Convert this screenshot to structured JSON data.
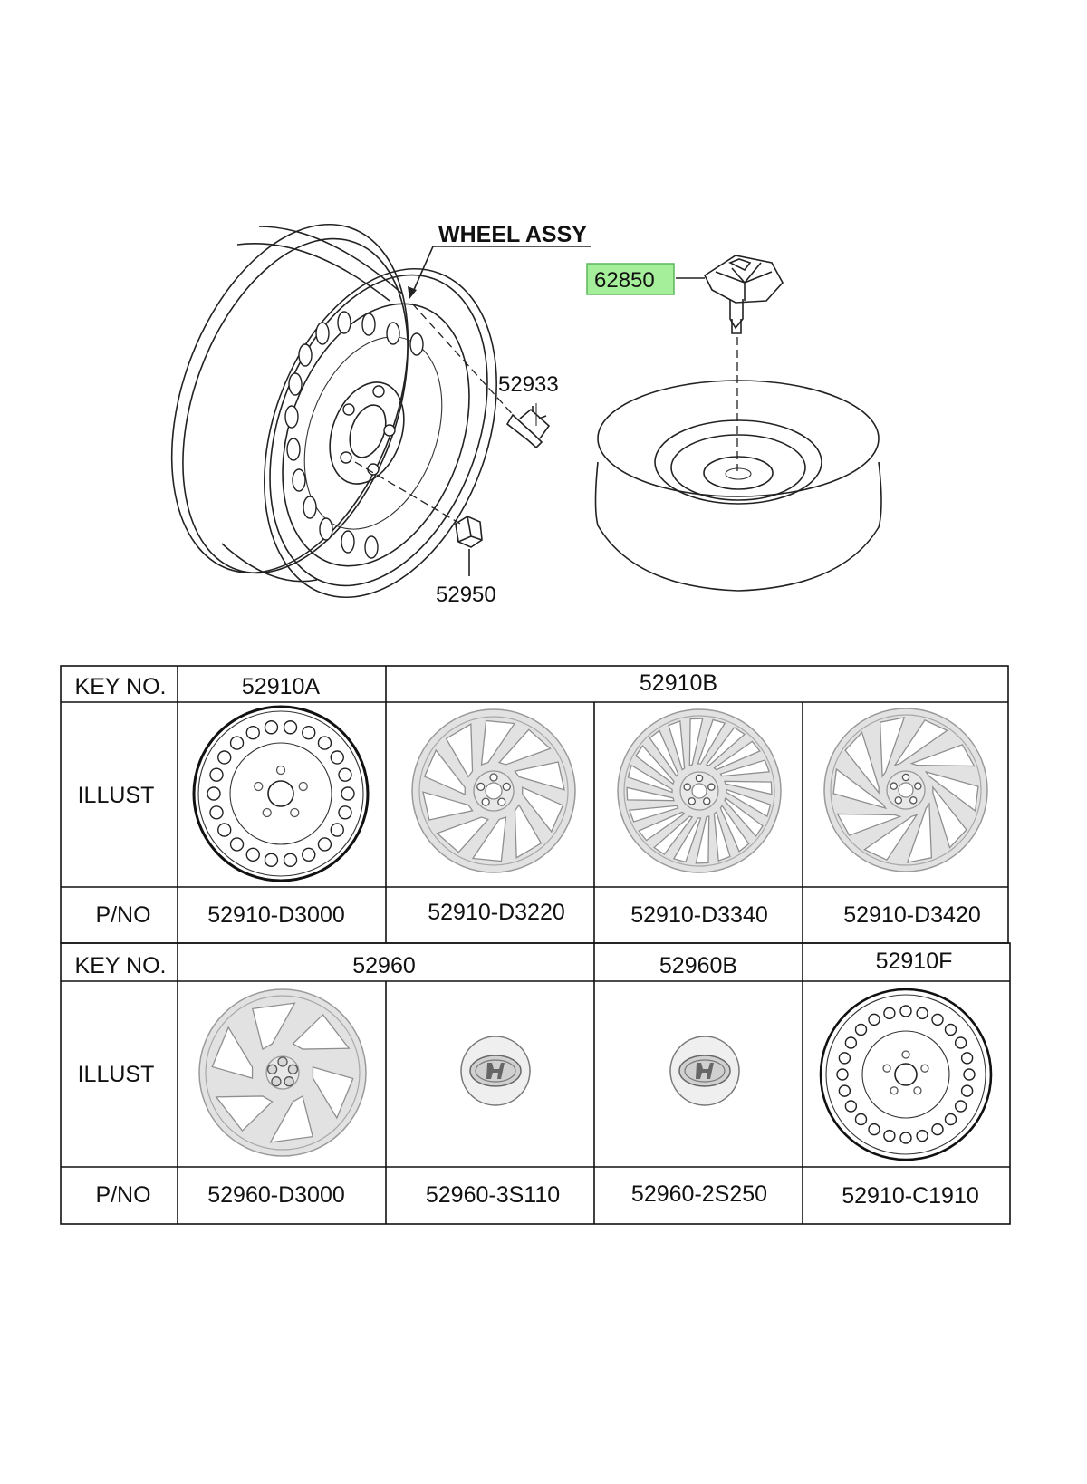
{
  "diagram": {
    "wheel_assy_label": "WHEEL ASSY",
    "callouts": {
      "center_cap_tool": "62850",
      "valve": "52933",
      "lug_nut": "52950"
    },
    "highlight_color": "#a6ef9a"
  },
  "table": {
    "top": {
      "key_header": "KEY NO.",
      "illust_header": "ILLUST",
      "pno_header": "P/NO",
      "keys": [
        "52910A",
        "52910B"
      ],
      "pnos": [
        "52910-D3000",
        "52910-D3220",
        "52910-D3340",
        "52910-D3420"
      ]
    },
    "bottom": {
      "key_header": "KEY NO.",
      "illust_header": "ILLUST",
      "pno_header": "P/NO",
      "keys": [
        "52960",
        "52960B",
        "52910F"
      ],
      "pnos": [
        "52960-D3000",
        "52960-3S110",
        "52960-2S250",
        "52910-C1910"
      ]
    }
  }
}
